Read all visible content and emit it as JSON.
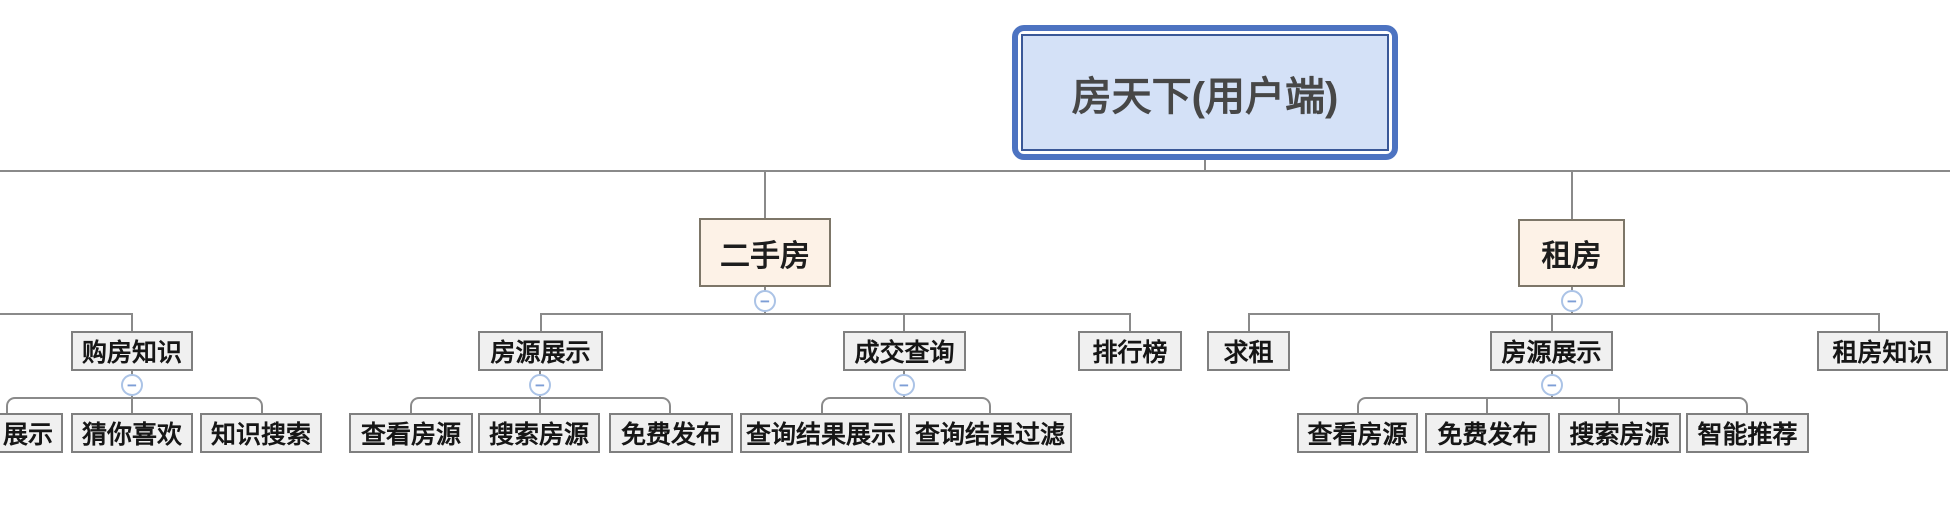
{
  "root": {
    "label": "房天下(用户端)"
  },
  "ershoufang": {
    "label": "二手房",
    "children": [
      {
        "label": "房源展示",
        "items": [
          "查看房源",
          "搜索房源",
          "免费发布"
        ]
      },
      {
        "label": "成交查询",
        "items": [
          "查询结果展示",
          "查询结果过滤"
        ]
      },
      {
        "label": "排行榜",
        "items": []
      }
    ]
  },
  "zufang": {
    "label": "租房",
    "children": [
      {
        "label": "求租",
        "items": []
      },
      {
        "label": "房源展示",
        "items": [
          "查看房源",
          "免费发布",
          "搜索房源",
          "智能推荐"
        ]
      },
      {
        "label": "租房知识",
        "items": []
      }
    ]
  },
  "left_partial": {
    "label": "购房知识",
    "items": [
      "展示",
      "猜你喜欢",
      "知识搜索"
    ]
  },
  "icons": {
    "collapse": "−"
  },
  "colors": {
    "root_fill": "#d4e1f7",
    "root_border": "#4d73c1",
    "branch_fill": "#fdf2e7",
    "branch_border": "#7d7668",
    "node_fill": "#f0f0f0",
    "node_border": "#7f7f7f",
    "connector": "#8a8a8a",
    "collapse_icon": "#7d9ed6"
  }
}
